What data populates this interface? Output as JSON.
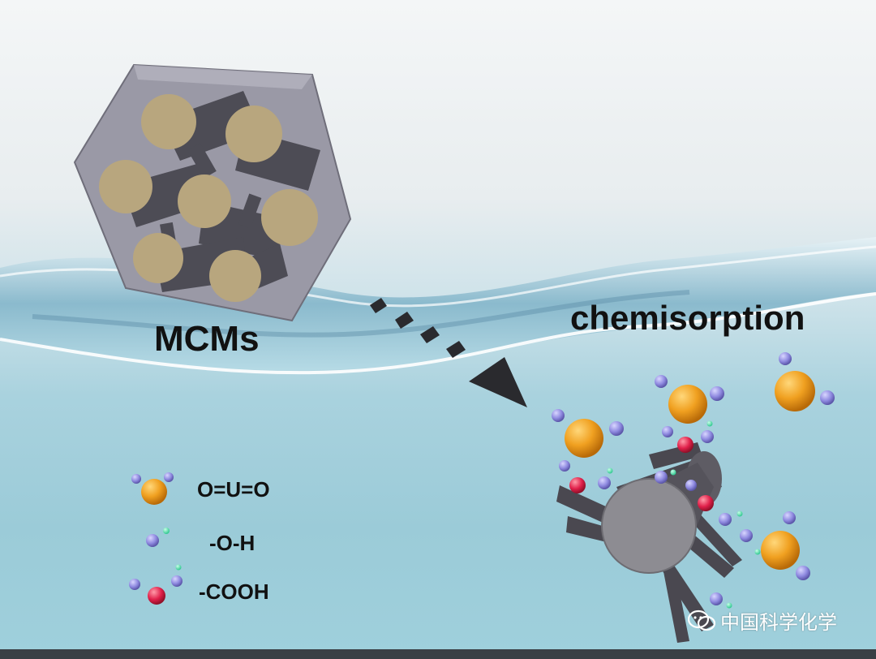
{
  "diagram": {
    "material_label": "MCMs",
    "process_label": "chemisorption",
    "legend": [
      {
        "symbol": "uranyl-molecule",
        "label": "O=U=O"
      },
      {
        "symbol": "hydroxyl-group",
        "label": "-O-H"
      },
      {
        "symbol": "carboxyl-group",
        "label": "-COOH"
      }
    ],
    "watermark": "中国科学化学"
  },
  "colors": {
    "uranium": "#f0a020",
    "oxygen": "#8f8ae0",
    "hydrogen": "#40e0a0",
    "carboxyl_oxygen": "#e0204a",
    "framework": "#9a99a6",
    "pore": "#b8a67e",
    "rod": "#4d4c55"
  }
}
